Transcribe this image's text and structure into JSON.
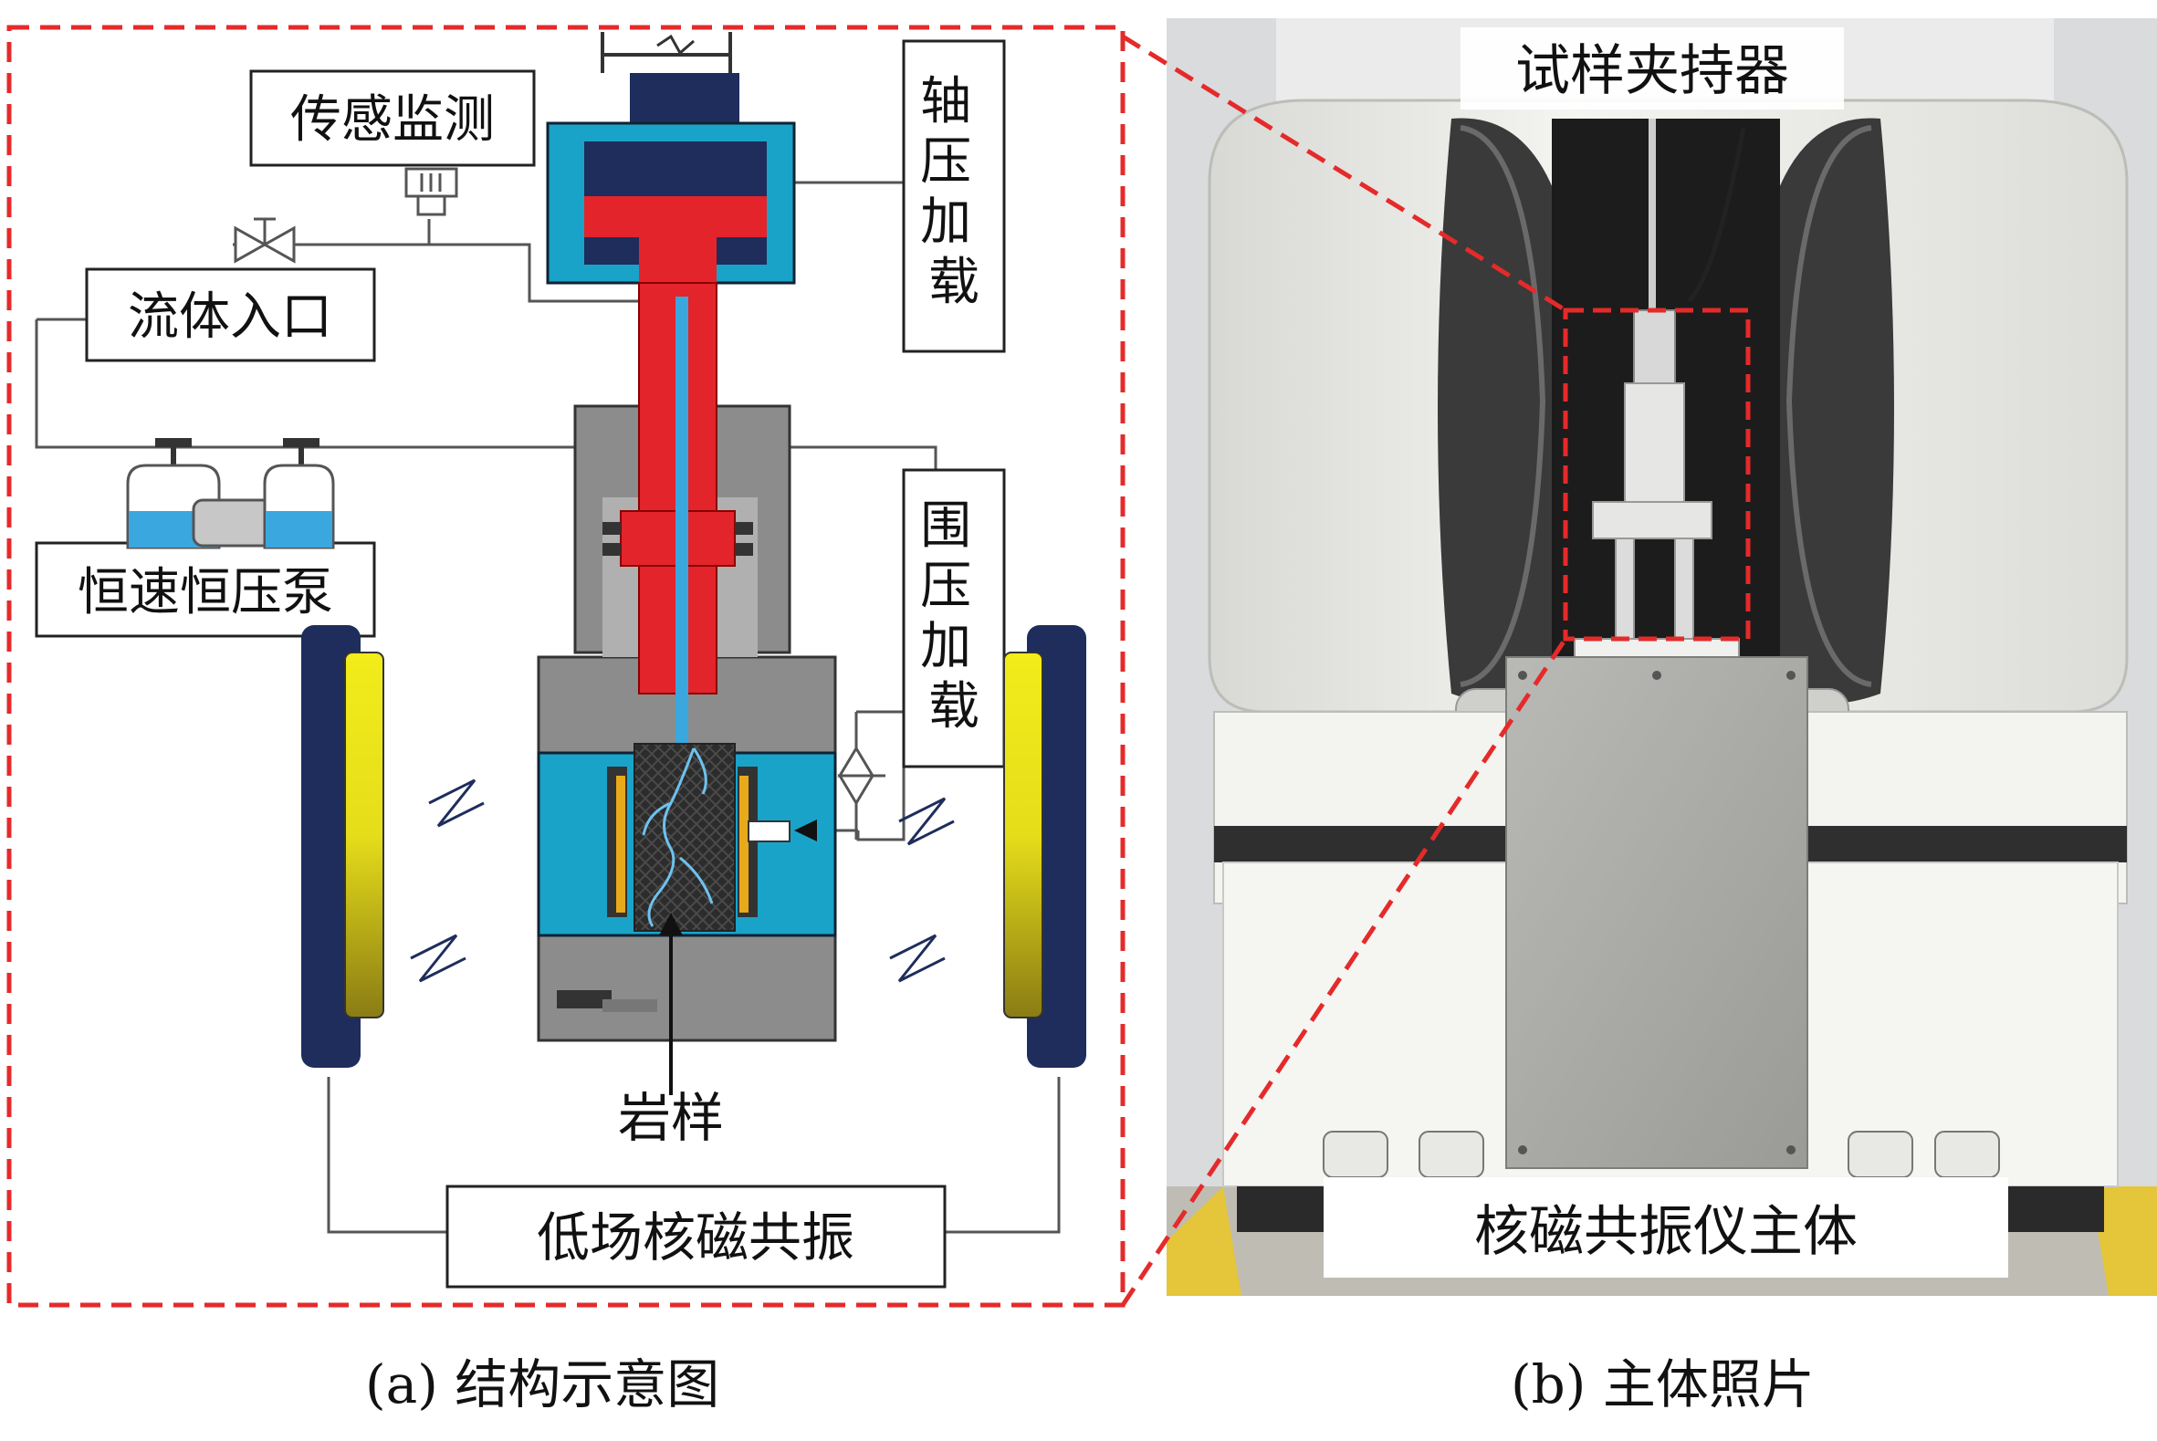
{
  "figure": {
    "panel_a": {
      "caption": "(a) 结构示意图",
      "labels": {
        "sensor": "传感监测",
        "fluid_inlet": "流体入口",
        "pump": "恒速恒压泵",
        "axial_loading": "轴压加载",
        "confining_loading": "围压加载",
        "rock_sample": "岩样",
        "nmr": "低场核磁共振"
      }
    },
    "panel_b": {
      "caption": "(b) 主体照片",
      "labels": {
        "holder": "试样夹持器",
        "nmr_body": "核磁共振仪主体"
      }
    },
    "colors": {
      "cyan": "#1aa3c9",
      "red": "#e3242b",
      "navy": "#1e2d5c",
      "gray": "#8c8c8c",
      "yellow": "#e8e21a",
      "dashed_red": "#e52a2a"
    }
  }
}
